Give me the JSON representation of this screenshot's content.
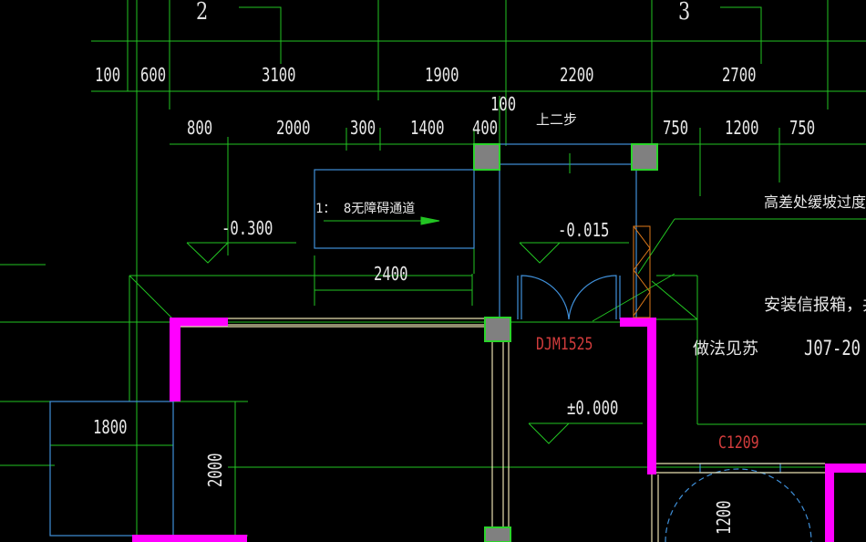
{
  "axes": {
    "a2": "2",
    "a3": "3"
  },
  "dims_top": [
    "100",
    "600",
    "3100",
    "1900",
    "2200",
    "2700"
  ],
  "dims_second": [
    "800",
    "2000",
    "300",
    "1400",
    "400",
    "750",
    "1200",
    "750"
  ],
  "dim_100_mid": "100",
  "dim_2400": "2400",
  "dim_1800": "1800",
  "dim_2000_vert": "2000",
  "dim_1200_vert": "1200",
  "step_note": "上二步",
  "ramp_note": "1： 8无障碍通道",
  "elevations": {
    "e1": "-0.300",
    "e2": "-0.015",
    "e3": "±0.000"
  },
  "door_label": "DJM1525",
  "window_label": "C1209",
  "notes": {
    "slope": "高差处缓坡过度",
    "info_box": "安装信报箱，共",
    "method": "做法见苏",
    "ref": "J07-20"
  },
  "colors": {
    "background": "#000000",
    "dim_line": "#22c422",
    "wall": "#ff00ff",
    "outline": "#3f8fd8",
    "column": "#808080",
    "text": "#e8e8e8",
    "red_text": "#d23c3c",
    "hatch": "#e07a1a"
  }
}
